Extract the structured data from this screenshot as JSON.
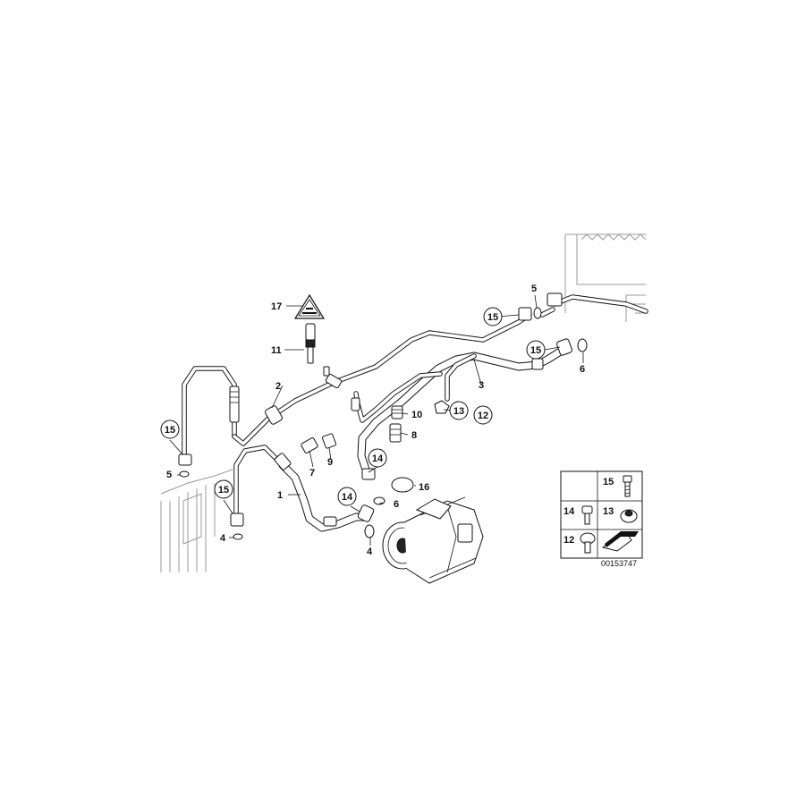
{
  "diagram": {
    "callouts": {
      "c1": "1",
      "c2": "2",
      "c3": "3",
      "c4a": "4",
      "c4b": "4",
      "c5a": "5",
      "c5b": "5",
      "c6a": "6",
      "c6b": "6",
      "c7": "7",
      "c8": "8",
      "c9": "9",
      "c10": "10",
      "c11": "11",
      "c12": "12",
      "c13": "13",
      "c14a": "14",
      "c14b": "14",
      "c15a": "15",
      "c15b": "15",
      "c15c": "15",
      "c15d": "15",
      "c16": "16",
      "c17": "17"
    },
    "legend": {
      "l15": "15",
      "l14": "14",
      "l13": "13",
      "l12": "12"
    },
    "drawing_number": "00153747",
    "icons": [
      "warning-triangle-icon",
      "arrow-icon"
    ]
  }
}
